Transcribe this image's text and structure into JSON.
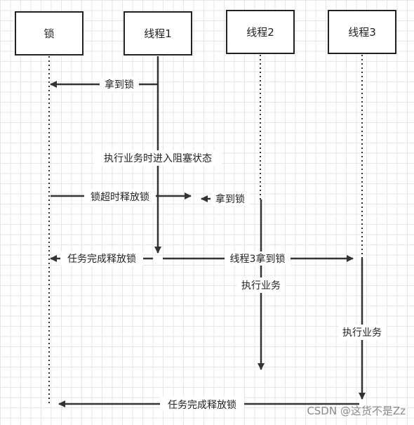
{
  "participants": {
    "lock": "锁",
    "thread1": "线程1",
    "thread2": "线程2",
    "thread3": "线程3"
  },
  "messages": {
    "t1_get_lock": "拿到锁",
    "t1_blocked": "执行业务时进入阻塞状态",
    "lock_timeout_release": "锁超时释放锁",
    "t2_get_lock": "拿到锁",
    "t1_task_done_release": "任务完成释放锁",
    "t3_get_lock": "线程3拿到锁",
    "t2_execute": "执行业务",
    "t3_execute": "执行业务",
    "t3_task_done_release": "任务完成释放锁"
  },
  "watermark": "CSDN @这货不是Zz"
}
